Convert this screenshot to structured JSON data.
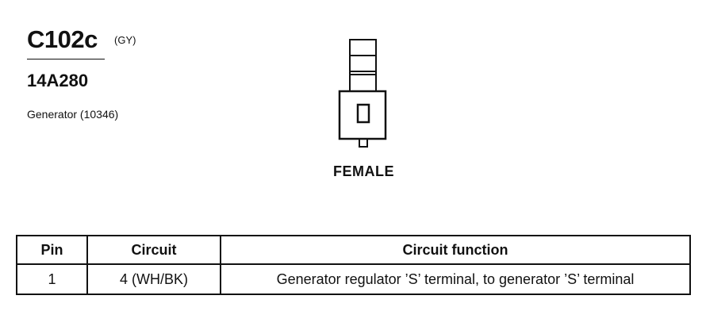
{
  "header": {
    "connector_id": "C102c",
    "connector_color": "(GY)",
    "part_number": "14A280",
    "component": "Generator (10346)"
  },
  "diagram": {
    "icon": "connector-face-icon",
    "face_label": "FEMALE"
  },
  "table": {
    "headers": [
      "Pin",
      "Circuit",
      "Circuit function"
    ],
    "rows": [
      [
        "1",
        "4 (WH/BK)",
        "Generator regulator ’S’ terminal, to generator ’S’ terminal"
      ]
    ]
  }
}
